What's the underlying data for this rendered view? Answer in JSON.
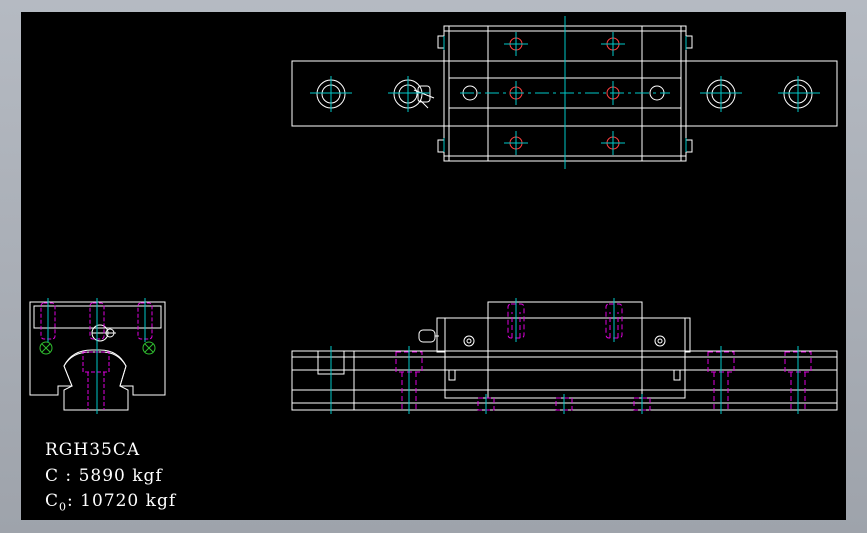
{
  "model": "RGH35CA",
  "dynamic_load": {
    "symbol": "C",
    "separator": " : ",
    "value": "5890 kgf"
  },
  "static_load": {
    "symbol": "C",
    "subscript": "0",
    "separator": ": ",
    "value": "10720 kgf"
  },
  "colors": {
    "background": "#000000",
    "outline": "#ffffff",
    "centerline": "#00c8c8",
    "bolt": "#e000e0",
    "hole": "#ff4040",
    "grease": "#30c030",
    "frame": "#a9aeb6"
  }
}
